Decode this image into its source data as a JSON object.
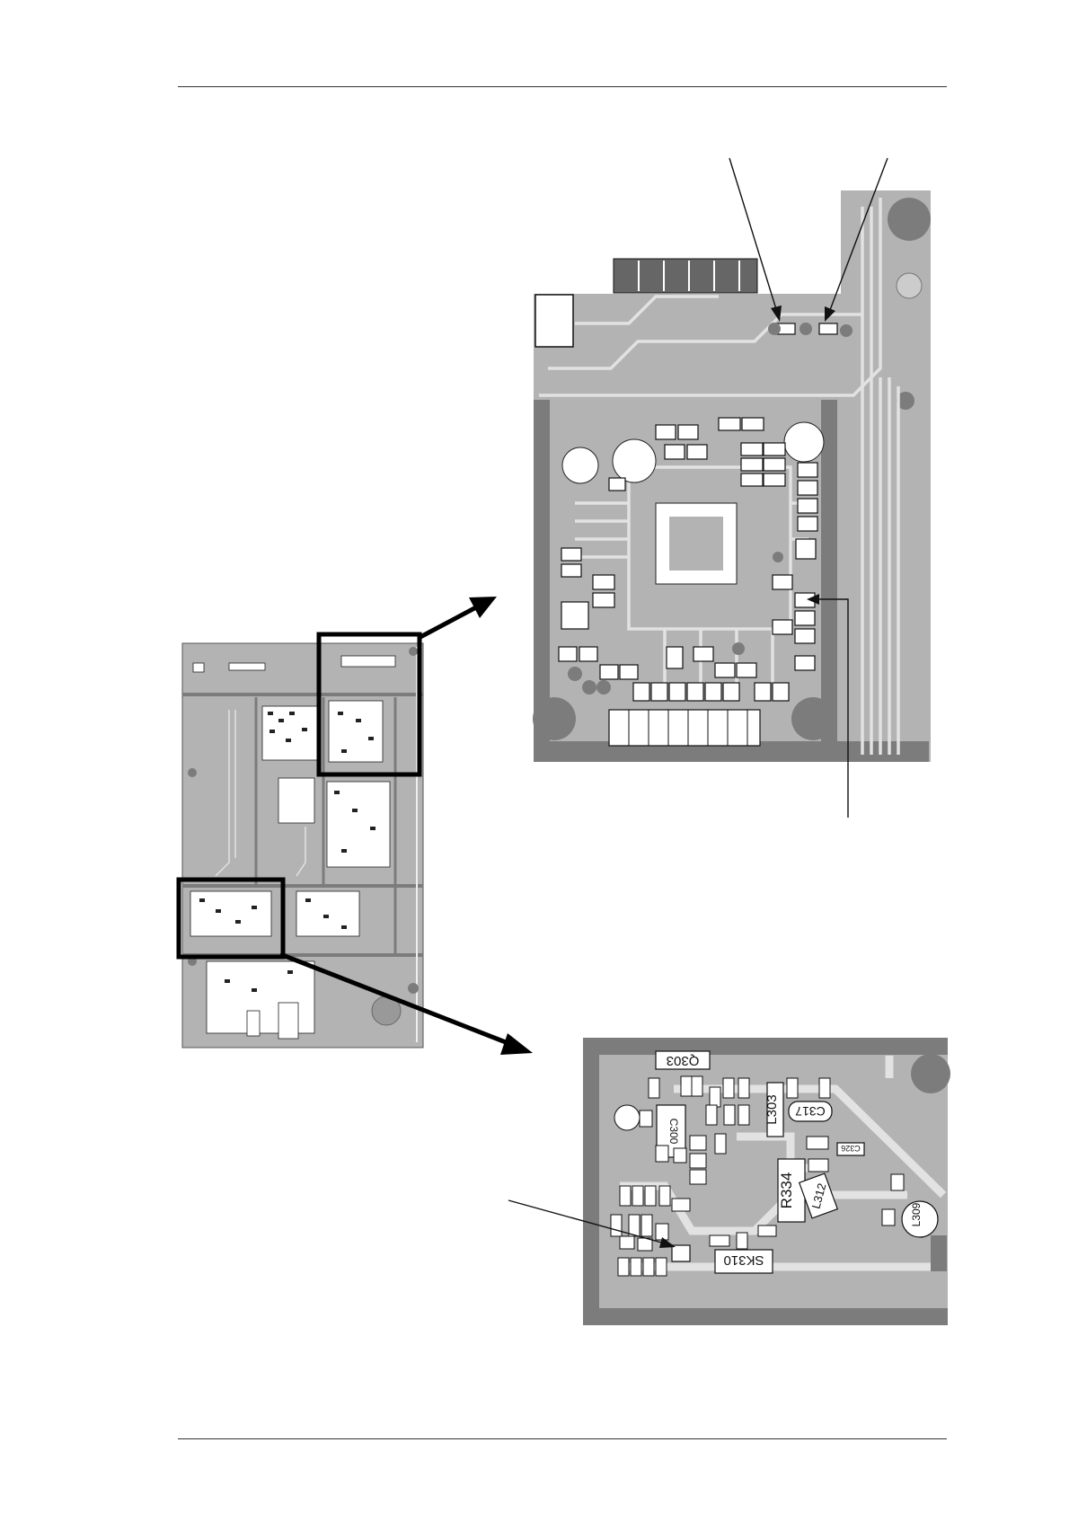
{
  "labels": {
    "q303": "Q303",
    "c317": "C317",
    "l303": "L303",
    "r334": "R334",
    "l312": "L312",
    "l309": "L309",
    "sk310": "SK310",
    "c300": "C300",
    "c326": "C326"
  },
  "colors": {
    "board": "#b3b3b3",
    "trace": "#e2e2e2",
    "dark": "#7c7c7c",
    "component": "#ffffff",
    "outline": "#111111"
  },
  "icons": [
    "callout-arrow",
    "zoom-arrow"
  ]
}
